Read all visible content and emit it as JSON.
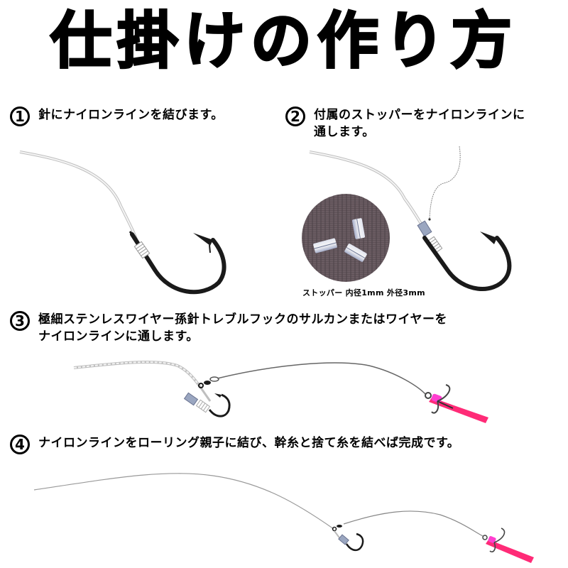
{
  "title": "仕掛けの作り方",
  "steps": [
    {
      "number": "1",
      "text": "針にナイロンラインを結びます。"
    },
    {
      "number": "2",
      "text_line1": "付属のストッパーをナイロンラインに",
      "text_line2": "通します。"
    },
    {
      "number": "3",
      "text_line1": "極細ステンレスワイヤー孫針トレブルフックのサルカンまたはワイヤーを",
      "text_line2": "ナイロンラインに通します。"
    },
    {
      "number": "4",
      "text": "ナイロンラインをローリング親子に結び、幹糸と捨て糸を結べば完成です。"
    }
  ],
  "stopper_caption": "ストッパー 内径1mm 外径3mm",
  "colors": {
    "hook": "#1a1a1a",
    "line": "#c8c8c8",
    "stopper": "#9aa6c0",
    "pink_tube": "#ff2b77",
    "pink_bead": "#ff3fd0",
    "fabric": "#5e5157"
  }
}
